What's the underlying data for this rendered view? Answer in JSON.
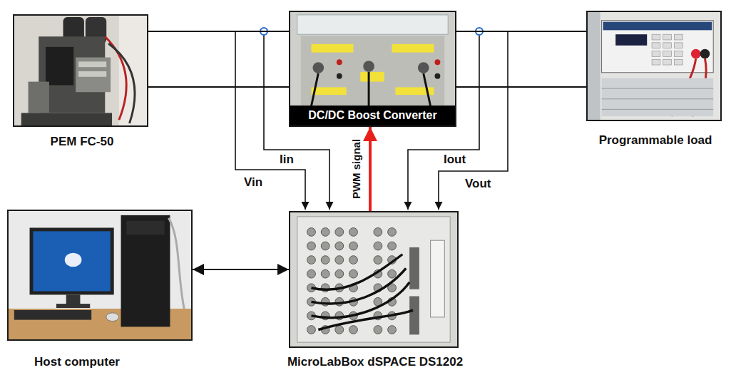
{
  "diagram": {
    "nodes": [
      {
        "text": [
          "PEM FC-50"
        ]
      },
      {
        "text": [
          "DC/DC Boost Converter"
        ]
      },
      {
        "text": [
          "Programmable load"
        ]
      },
      {
        "text": [
          "Host computer"
        ]
      },
      {
        "text": [
          "MicroLabBox dSPACE DS1202"
        ]
      }
    ],
    "edges": [
      {
        "from": 0,
        "to": 1,
        "arrow": "none"
      },
      {
        "from": 0,
        "to": 1,
        "arrow": "none"
      },
      {
        "from": 1,
        "to": 2,
        "arrow": "none"
      },
      {
        "from": 1,
        "to": 2,
        "arrow": "none"
      },
      {
        "from": 3,
        "to": 4,
        "arrow": "both"
      },
      {
        "from": 4,
        "to": 1,
        "label": "PWM signal",
        "arrow": "to"
      }
    ],
    "labels": [
      "Iin",
      "Vin",
      "Iout",
      "Vout"
    ]
  }
}
